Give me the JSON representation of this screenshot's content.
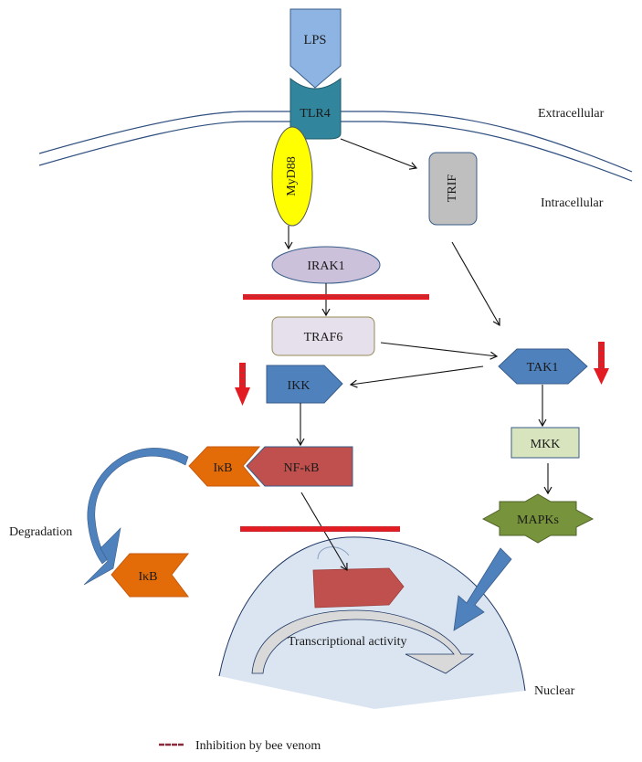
{
  "diagram": {
    "type": "signaling-pathway",
    "regions": {
      "extracellular": "Extracellular",
      "intracellular": "Intracellular",
      "nuclear": "Nuclear"
    },
    "nodes": {
      "lps": "LPS",
      "tlr4": "TLR4",
      "myd88": "MyD88",
      "trif": "TRIF",
      "irak1": "IRAK1",
      "traf6": "TRAF6",
      "tak1": "TAK1",
      "ikk": "IKK",
      "mkk": "MKK",
      "mapks": "MAPKs",
      "ikb_bound": "IκB",
      "nfkb": "NF-κB",
      "ikb_degraded": "IκB"
    },
    "annotations": {
      "degradation": "Degradation",
      "transcription": "Transcriptional activity"
    },
    "legend": {
      "inhibition": "Inhibition by bee venom"
    },
    "edges": [
      {
        "from": "LPS",
        "to": "TLR4"
      },
      {
        "from": "TLR4",
        "to": "MyD88"
      },
      {
        "from": "TLR4",
        "to": "TRIF"
      },
      {
        "from": "MyD88",
        "to": "IRAK1"
      },
      {
        "from": "IRAK1",
        "to": "TRAF6"
      },
      {
        "from": "TRIF",
        "to": "TAK1"
      },
      {
        "from": "TRAF6",
        "to": "TAK1"
      },
      {
        "from": "TAK1",
        "to": "IKK"
      },
      {
        "from": "TAK1",
        "to": "MKK"
      },
      {
        "from": "IKK",
        "to": "NF-κB"
      },
      {
        "from": "MKK",
        "to": "MAPKs"
      },
      {
        "from": "NF-κB",
        "to": "Nuclear"
      },
      {
        "from": "MAPKs",
        "to": "Nuclear"
      },
      {
        "from": "IκB",
        "to": "IκB (degraded)"
      }
    ],
    "inhibitions": [
      "IRAK1→TRAF6",
      "IKK",
      "TAK1",
      "NF-κB nuclear translocation"
    ],
    "colors": {
      "lps": "#8eb4e3",
      "tlr4": "#31859c",
      "myd88": "#ffff00",
      "trif": "#bfbfbf",
      "irak1": "#ccc1da",
      "traf6": "#e6e0ec",
      "blue_node": "#4f81bd",
      "mkk": "#d7e4bd",
      "mapks": "#77933c",
      "ikb": "#e36c09",
      "nfkb": "#c0504d",
      "nucleus": "#dbe5f1",
      "inhibition": "#e31b23"
    }
  }
}
